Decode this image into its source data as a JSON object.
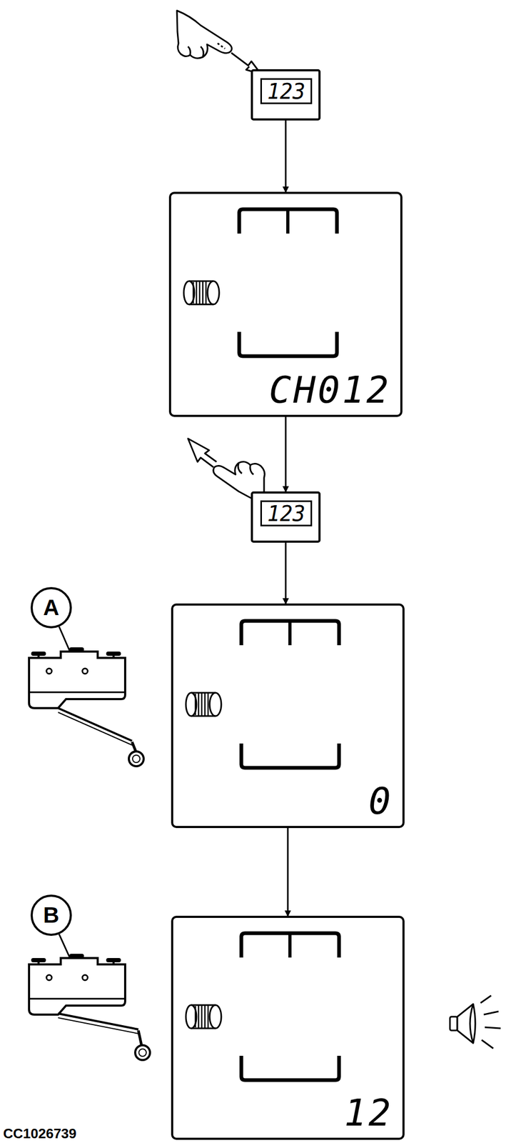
{
  "diagram": {
    "nodes": [
      {
        "text": [
          "123"
        ]
      },
      {
        "text": [
          "CH012"
        ]
      },
      {
        "text": [
          "123"
        ]
      },
      {
        "text": [
          "0"
        ]
      },
      {
        "text": [
          "12"
        ]
      }
    ],
    "edges": [
      {
        "from": 0,
        "to": 1,
        "arrow": "to"
      },
      {
        "from": 1,
        "to": 2,
        "arrow": "to"
      },
      {
        "from": 2,
        "to": 3,
        "arrow": "to"
      },
      {
        "from": 3,
        "to": 4,
        "arrow": "to"
      }
    ],
    "labels": [
      "A",
      "B",
      "CC1026739"
    ]
  }
}
